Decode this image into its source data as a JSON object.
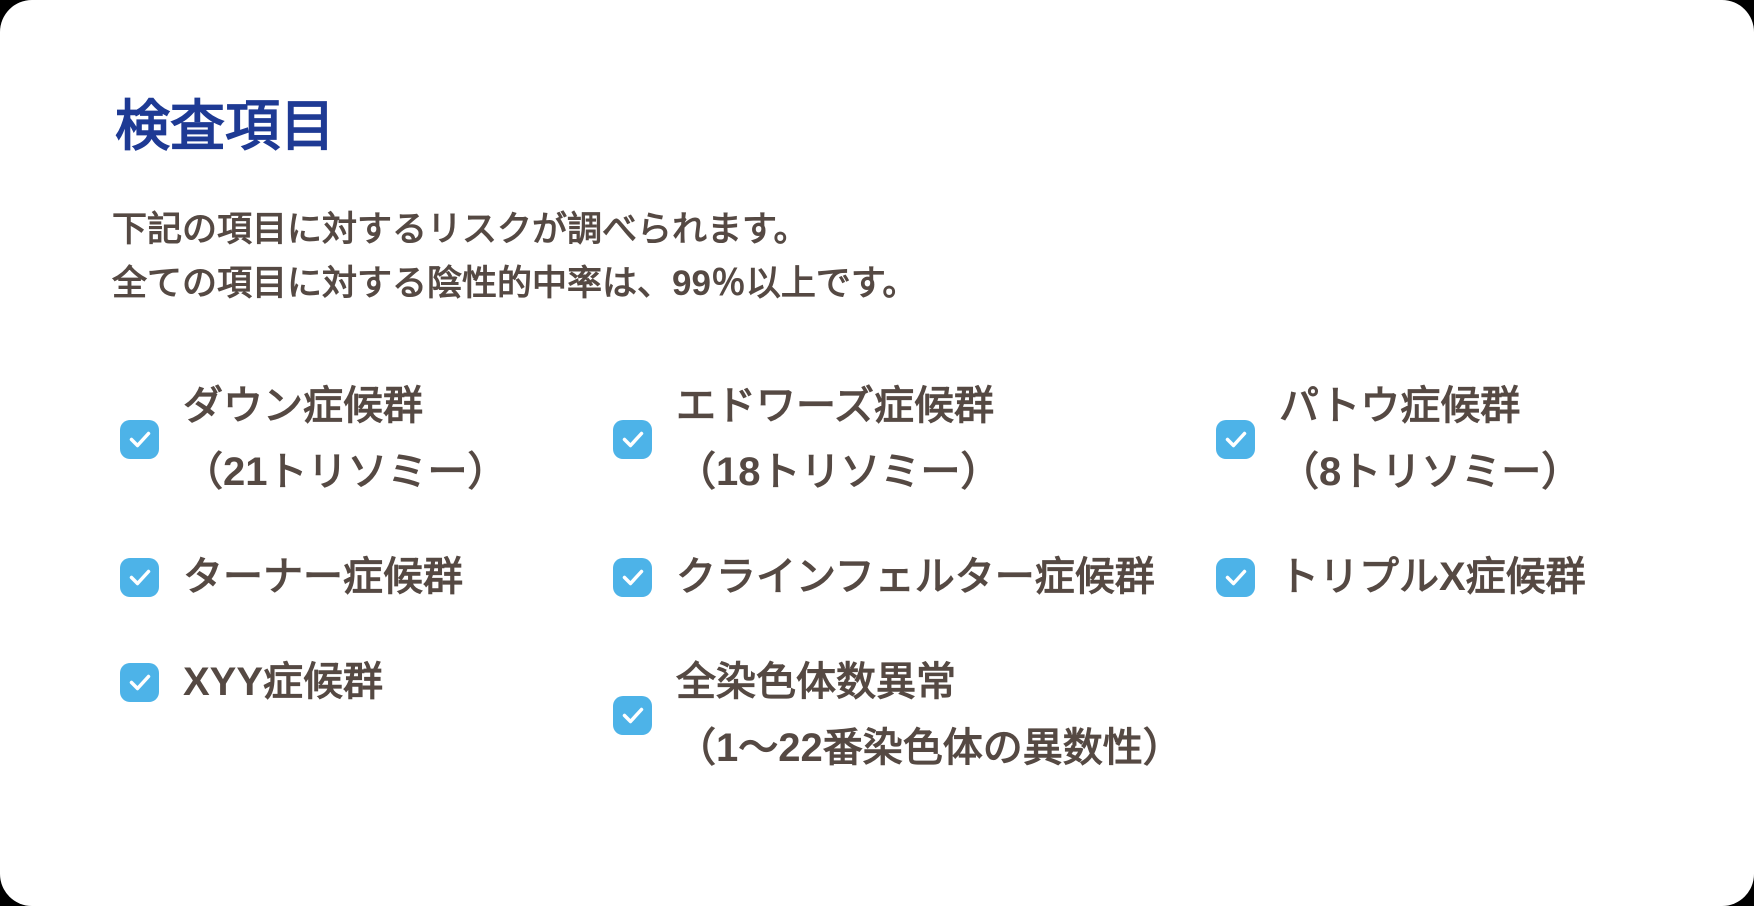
{
  "colors": {
    "accent": "#1e3a94",
    "text": "#554943",
    "checkbox": "#4db3e8",
    "card_background": "#ffffff"
  },
  "page": {
    "title": "検査項目",
    "description_lines": [
      "下記の項目に対するリスクが調べられます。",
      "全ての項目に対する陰性的中率は、99％以上です。"
    ]
  },
  "items": [
    {
      "label_lines": [
        "ダウン症候群",
        "（21トリソミー）"
      ],
      "checked": true
    },
    {
      "label_lines": [
        "エドワーズ症候群",
        "（18トリソミー）"
      ],
      "checked": true
    },
    {
      "label_lines": [
        "パトウ症候群",
        "（8トリソミー）"
      ],
      "checked": true
    },
    {
      "label_lines": [
        "ターナー症候群"
      ],
      "checked": true
    },
    {
      "label_lines": [
        "クラインフェルター症候群"
      ],
      "checked": true
    },
    {
      "label_lines": [
        "トリプルX症候群"
      ],
      "checked": true
    },
    {
      "label_lines": [
        "XYY症候群"
      ],
      "checked": true
    },
    {
      "label_lines": [
        "全染色体数異常",
        "（1〜22番染色体の異数性）"
      ],
      "checked": true
    }
  ]
}
